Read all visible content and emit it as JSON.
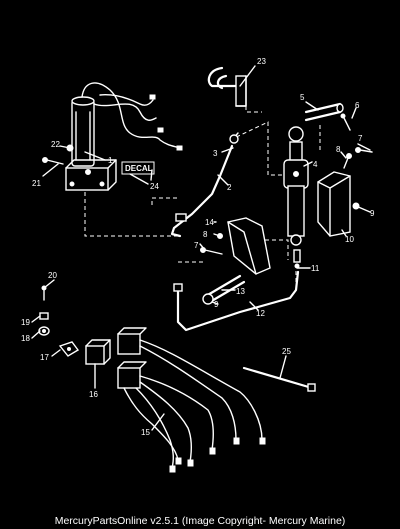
{
  "diagram": {
    "decal_label": "DECAL",
    "callouts": [
      "1",
      "2",
      "3",
      "4",
      "5",
      "6",
      "7",
      "8",
      "9",
      "10",
      "11",
      "12",
      "13",
      "14",
      "15",
      "16",
      "17",
      "18",
      "19",
      "20",
      "21",
      "22",
      "23",
      "24",
      "25"
    ]
  },
  "footer": {
    "text": "MercuryPartsOnline v2.5.1 (Image Copyright- Mercury Marine)"
  }
}
